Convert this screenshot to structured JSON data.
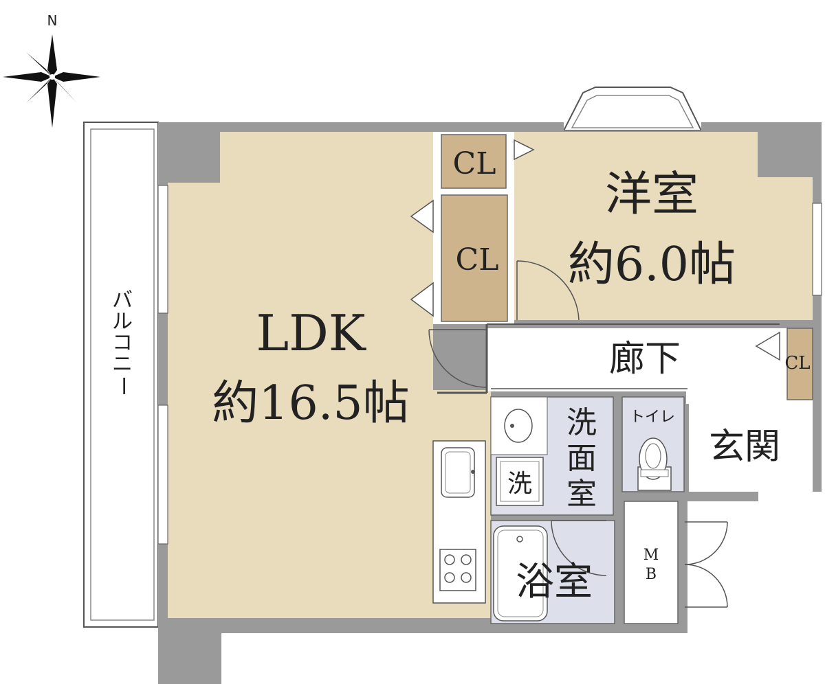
{
  "compass": {
    "north_label": "N"
  },
  "rooms": {
    "ldk": {
      "name": "LDK",
      "area": "約16.5帖"
    },
    "western": {
      "name": "洋室",
      "area": "約6.0帖"
    },
    "corridor": {
      "name": "廊下"
    },
    "entrance": {
      "name": "玄関"
    },
    "toilet": {
      "name": "トイレ"
    },
    "washroom": {
      "name": "洗面室",
      "chars": [
        "洗",
        "面",
        "室"
      ]
    },
    "bath": {
      "name": "浴室"
    },
    "balcony": {
      "name": "バルコニー",
      "chars": [
        "バ",
        "ル",
        "コ",
        "ニ",
        "ー"
      ]
    }
  },
  "closets": {
    "label": "CL"
  },
  "fixtures": {
    "washer": "洗",
    "meter_box": [
      "M",
      "B"
    ]
  },
  "colors": {
    "wall": "#9a9a9a",
    "ldk_floor": "#e9dcbd",
    "closet": "#cdb48c",
    "wet_area": "#dde0ea",
    "line": "#3a3a3a"
  }
}
